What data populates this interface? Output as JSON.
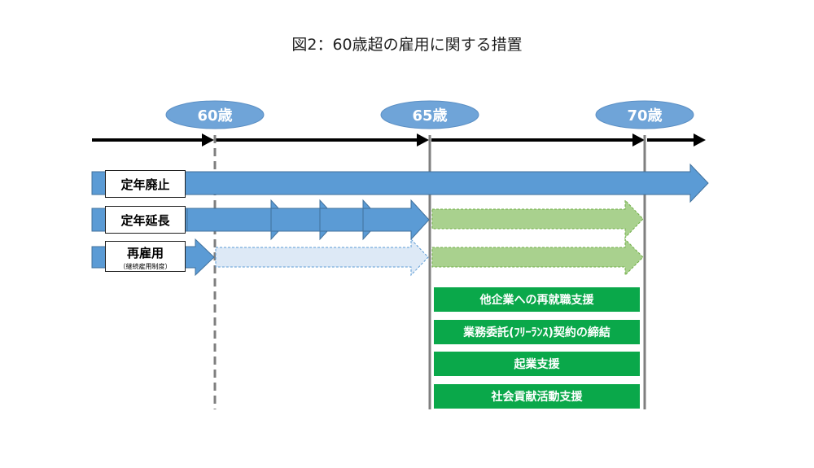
{
  "title": "図2：60歳超の雇用に関する措置",
  "ages": [
    "60歳",
    "65歳",
    "70歳"
  ],
  "rows": [
    {
      "label": "定年廃止",
      "sublabel": ""
    },
    {
      "label": "定年延長",
      "sublabel": ""
    },
    {
      "label": "再雇用",
      "sublabel": "（継続雇用制度）"
    }
  ],
  "measures": [
    "他企業への再就職支援",
    "業務委託(ﾌﾘｰﾗﾝｽ)契約の締結",
    "起業支援",
    "社会貢献活動支援"
  ],
  "colors": {
    "blue": "#5b9bd5",
    "blue_dark": "#41719c",
    "light_blue": "#dde9f6",
    "light_green": "#a9d18e",
    "green_border": "#70ad47",
    "measure_green": "#0aa84a",
    "age_ellipse": "#6fa4d8",
    "divider_gray": "#7f7f7f",
    "timeline": "#000000"
  }
}
